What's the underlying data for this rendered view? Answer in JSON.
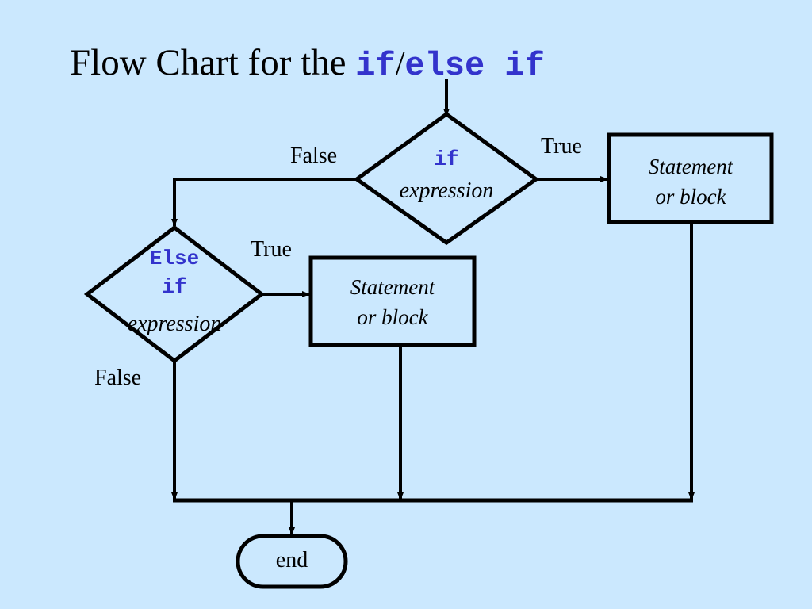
{
  "slide": {
    "background_color": "#cbe8fe",
    "code_color": "#3333cc",
    "line_color": "#000000"
  },
  "title": {
    "plain": "Flow Chart for the",
    "code_1": "if",
    "slash": "/",
    "code_2": "else if"
  },
  "nodes": {
    "if_decision": {
      "code": "if",
      "expression": "expression",
      "shape": "diamond"
    },
    "elseif_decision": {
      "code_line1": "Else",
      "code_line2": "if",
      "expression": "expression",
      "shape": "diamond"
    },
    "statement_block_if": {
      "line1": "Statement",
      "line2": "or block",
      "shape": "rectangle"
    },
    "statement_block_elseif": {
      "line1": "Statement",
      "line2": "or block",
      "shape": "rectangle"
    },
    "end_node": {
      "label": "end",
      "shape": "rounded-rectangle"
    }
  },
  "edge_labels": {
    "if_false": "False",
    "if_true": "True",
    "elseif_true": "True",
    "elseif_false": "False"
  }
}
